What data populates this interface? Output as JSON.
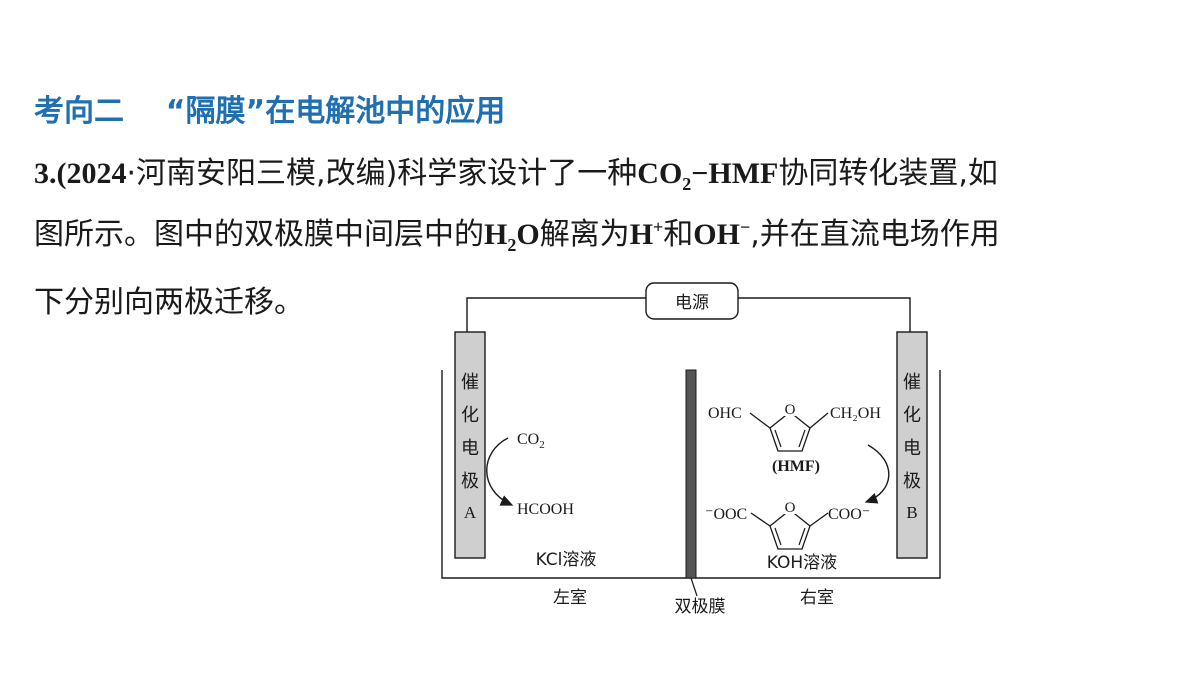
{
  "section": {
    "label": "考向二",
    "topic": "“隔膜”在电解池中的应用"
  },
  "question": {
    "line1": {
      "num": "3.(2024",
      "source": "·河南安阳三模,改编)科学家设计了一种",
      "co": "CO",
      "co_sub": "2",
      "hmf": "−HMF",
      "rest": "协同转化装置,如"
    },
    "line2": {
      "a": "图所示。图中的双极膜中间层中的",
      "h": "H",
      "h_sub": "2",
      "o": "O",
      "b": "解离为",
      "hplus": "H",
      "hplus_sup": "+",
      "c": "和",
      "oh": "OH",
      "oh_sup": "−",
      "d": ",并在直流电场作用"
    },
    "line3": "下分别向两极迁移。"
  },
  "diagram": {
    "power_source": "电源",
    "electrode_a": [
      "催",
      "化",
      "电",
      "极",
      "A"
    ],
    "electrode_b": [
      "催",
      "化",
      "电",
      "极",
      "B"
    ],
    "left": {
      "reactant": "CO",
      "reactant_sub": "2",
      "product": "HCOOH",
      "solution": "KCl溶液",
      "chamber": "左室"
    },
    "right": {
      "hmf_left": "OHC",
      "hmf_right": "CH₂OH",
      "ring_o": "O",
      "hmf_name": "(HMF)",
      "prod_left": "⁻OOC",
      "prod_right": "COO⁻",
      "solution": "KOH溶液",
      "chamber": "右室"
    },
    "membrane": "双极膜"
  }
}
